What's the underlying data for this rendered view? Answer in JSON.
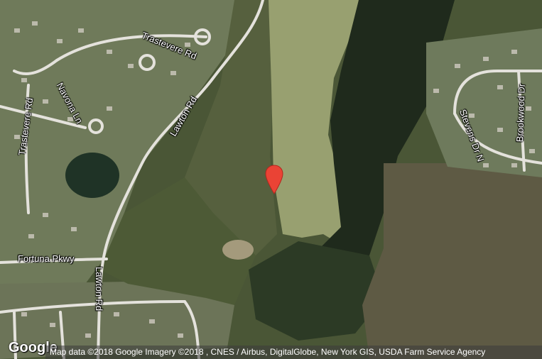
{
  "map": {
    "roads": {
      "trastevere_rd_top": "Trastevere Rd",
      "trastevere_rd_left": "Trastevere Rd",
      "navona_ln": "Navona Ln",
      "lawton_rd_upper": "Lawton Rd",
      "lawton_rd_lower": "Lawton Rd",
      "fortuna_pkwy": "Fortuna Pkwy",
      "stevens_dr_n": "Stevens Dr N",
      "brookwood_dr": "Brookwood Dr"
    },
    "marker_color": "#ea4335",
    "logo": "Google",
    "attribution": "Map data ©2018 Google  Imagery ©2018 , CNES / Airbus, DigitalGlobe, New York GIS, USDA Farm Service Agency"
  }
}
